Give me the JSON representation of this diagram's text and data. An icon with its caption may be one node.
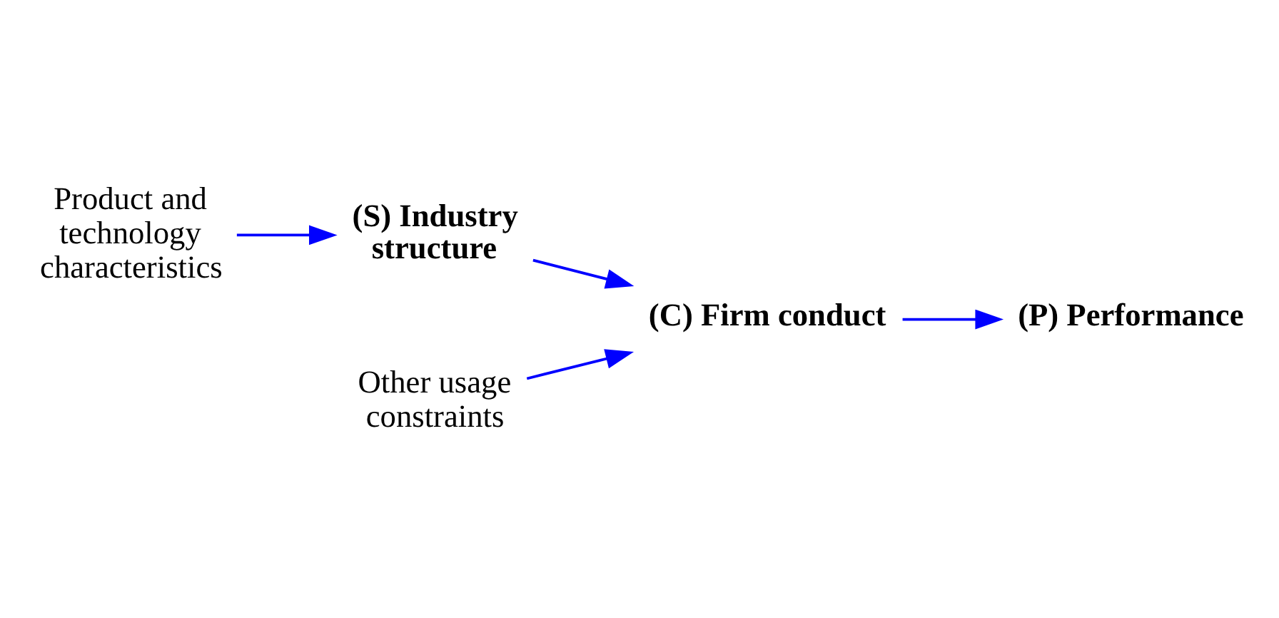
{
  "diagram": {
    "nodes": [
      {
        "text": [
          "Product and technology characteristics"
        ]
      },
      {
        "text": [
          "(S) Industry structure"
        ]
      },
      {
        "text": [
          "(C) Firm conduct"
        ]
      },
      {
        "text": [
          "Other usage constraints"
        ]
      },
      {
        "text": [
          "(P) Performance"
        ]
      }
    ],
    "edges": [
      {
        "from": 0,
        "to": 1,
        "arrow": "to"
      },
      {
        "from": 1,
        "to": 2,
        "arrow": "to"
      },
      {
        "from": 3,
        "to": 2,
        "arrow": "to"
      },
      {
        "from": 2,
        "to": 4,
        "arrow": "to"
      }
    ]
  }
}
